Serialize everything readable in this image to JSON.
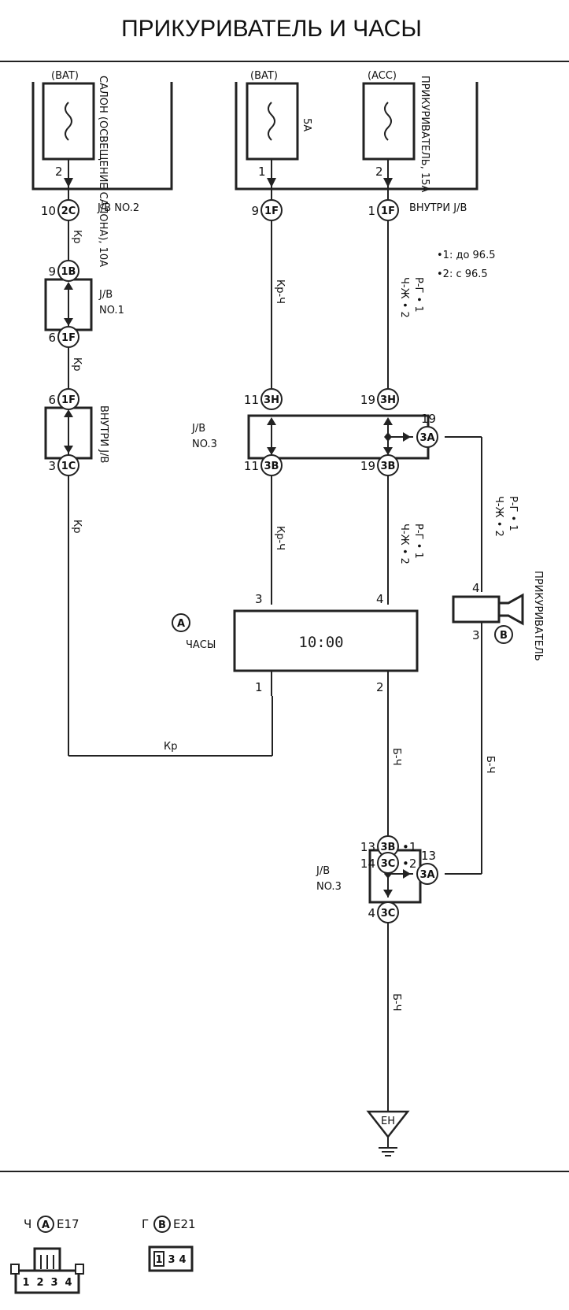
{
  "title": "ПРИКУРИВАТЕЛЬ И ЧАСЫ",
  "fuses": {
    "left": {
      "source": "(BAT)",
      "name": "САЛОН (ОСВЕЩЕНИЕ САЛОНА), 10А",
      "pin": "2"
    },
    "middle": {
      "source": "(BAT)",
      "name": "5А",
      "pin": "1"
    },
    "right": {
      "source": "(ACC)",
      "name": "ПРИКУРИВАТЕЛЬ, 15А",
      "pin": "2"
    }
  },
  "junctions": {
    "jb2_label": "J/B NO.2",
    "jb1_label_1": "J/B",
    "jb1_label_2": "NO.1",
    "inside_jb": "ВНУТРИ J/B",
    "inside_jb_vertical": "ВНУТРИ J/B",
    "jb3_label_1": "J/B",
    "jb3_label_2": "NO.3"
  },
  "notes": {
    "n1": "•1: до 96.5",
    "n2": "•2: с 96.5"
  },
  "connectors": [
    {
      "pin": "10",
      "code": "2C"
    },
    {
      "pin": "9",
      "code": "1B"
    },
    {
      "pin": "6",
      "code": "1F"
    },
    {
      "pin": "6",
      "code": "1F"
    },
    {
      "pin": "3",
      "code": "1C"
    },
    {
      "pin": "9",
      "code": "1F"
    },
    {
      "pin": "1",
      "code": "1F"
    },
    {
      "pin": "11",
      "code": "3H"
    },
    {
      "pin": "19",
      "code": "3H"
    },
    {
      "pin": "19",
      "code": "3A"
    },
    {
      "pin": "11",
      "code": "3B"
    },
    {
      "pin": "19",
      "code": "3B"
    },
    {
      "pin": "13",
      "code": "3B",
      "note": "•1"
    },
    {
      "pin": "14",
      "code": "3C",
      "note": "•2"
    },
    {
      "pin": "13",
      "code": "3A"
    },
    {
      "pin": "4",
      "code": "3C"
    }
  ],
  "wires": {
    "kr": "Кр",
    "kr_ch": "Кр-Ч",
    "r_g_1": "Р-Г • 1",
    "ch_zh_2": "Ч-Ж • 2",
    "b_ch": "Б-Ч"
  },
  "components": {
    "clock": {
      "letter": "A",
      "name": "ЧАСЫ",
      "display": "10:00",
      "pins": [
        "3",
        "4",
        "1",
        "2"
      ]
    },
    "lighter": {
      "letter": "B",
      "name": "ПРИКУРИВАТЕЛЬ",
      "pins": [
        "4",
        "3"
      ]
    },
    "ground": "EH"
  },
  "legend": [
    {
      "color_prefix": "Ч",
      "letter": "A",
      "code": "E17",
      "pins": [
        "1",
        "2",
        "3",
        "4"
      ]
    },
    {
      "color_prefix": "Г",
      "letter": "B",
      "code": "E21",
      "pins": [
        "1",
        "3",
        "4"
      ]
    }
  ]
}
